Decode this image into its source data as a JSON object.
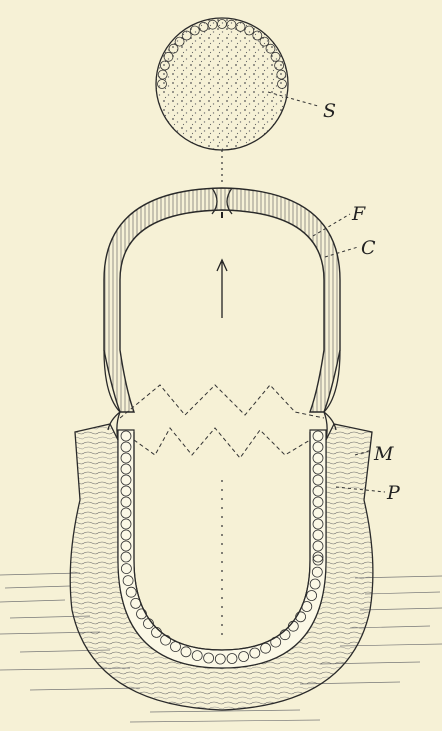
{
  "figure": {
    "labels": {
      "S": "S",
      "F": "F",
      "C": "C",
      "M": "M",
      "P": "P"
    },
    "colors": {
      "background": "#f6f1d6",
      "ink": "#2a2a2a",
      "wall_fill": "#ede7c8"
    }
  }
}
